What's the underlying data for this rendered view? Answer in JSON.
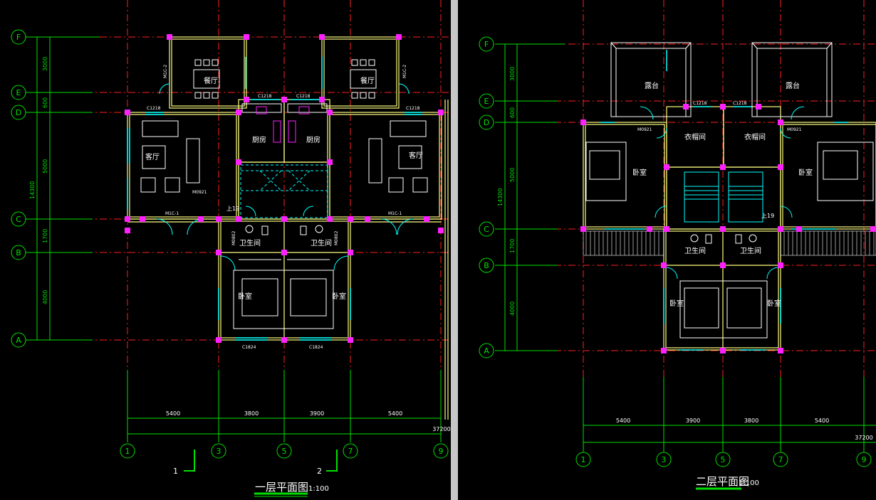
{
  "plan1": {
    "title": "一层平面图",
    "scale": "1:100",
    "section_marks": [
      "1",
      "2"
    ],
    "grid_rows": [
      "F",
      "E",
      "D",
      "C",
      "B",
      "A"
    ],
    "grid_cols": [
      "1",
      "3",
      "5",
      "7",
      "9"
    ],
    "vertical_dims": [
      "3000",
      "600",
      "5000",
      "1700",
      "4000"
    ],
    "total_vertical": "14300",
    "horizontal_dims": [
      "5400",
      "3800",
      "3900",
      "5400"
    ],
    "total_horizontal": "37200",
    "rooms": {
      "dining_left": "餐厅",
      "dining_right": "餐厅",
      "kitchen_left": "厨房",
      "kitchen_right": "厨房",
      "living_left": "客厅",
      "living_right": "客厅",
      "bath_left": "卫生间",
      "bath_right": "卫生间",
      "bedroom_left": "卧室",
      "bedroom_right": "卧室"
    },
    "tags": {
      "c1218": "C1218",
      "c1824": "C1824",
      "m1c1": "M1C-1",
      "m1c2": "M1C-2",
      "m0921": "M0921",
      "m0802": "M0802",
      "up": "上19"
    }
  },
  "plan2": {
    "title": "二层平面图",
    "scale": "1:100",
    "grid_rows": [
      "F",
      "E",
      "D",
      "C",
      "B",
      "A"
    ],
    "grid_cols": [
      "1",
      "3",
      "5",
      "7",
      "9"
    ],
    "vertical_dims": [
      "3000",
      "600",
      "5000",
      "1700",
      "4000"
    ],
    "total_vertical": "14300",
    "horizontal_dims": [
      "5400",
      "3900",
      "3800",
      "5400"
    ],
    "total_horizontal": "37200",
    "rooms": {
      "terrace_left": "露台",
      "terrace_right": "露台",
      "closet_left": "衣帽间",
      "closet_right": "衣帽间",
      "bedroom_left": "卧室",
      "bedroom_right": "卧室",
      "bath_left": "卫生间",
      "bath_right": "卫生间",
      "bedroom2_left": "卧室",
      "bedroom2_right": "卧室"
    },
    "tags": {
      "c1218": "C1218",
      "m0921": "M0921",
      "up": "上19"
    }
  },
  "colors": {
    "background": "#000000",
    "grid_axis": "#ff2020",
    "dimension": "#00e000",
    "wall": "#ffff80",
    "column": "#ff20ff",
    "window": "#00ffff",
    "furniture": "#ffffff",
    "title_underline": "#00e000"
  }
}
